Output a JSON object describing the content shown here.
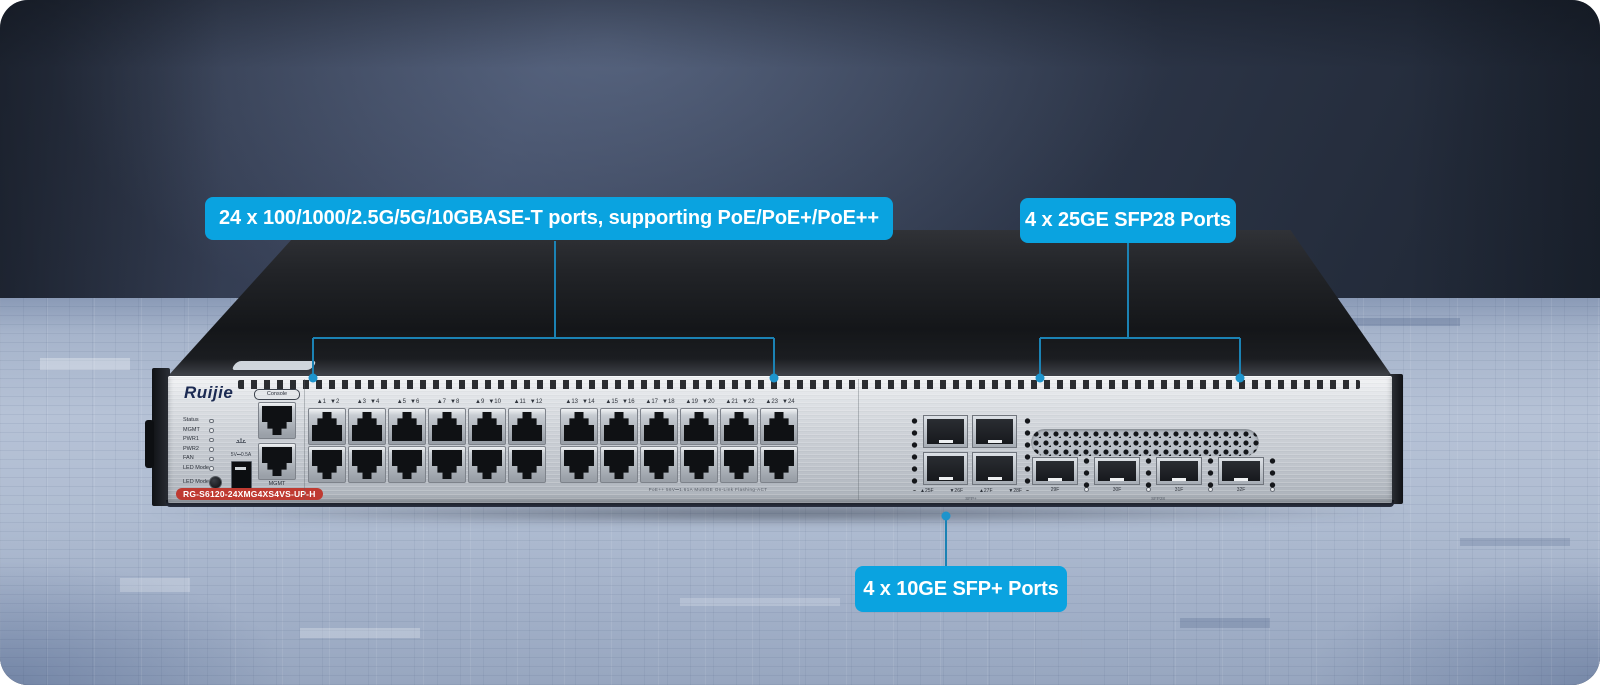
{
  "callouts": {
    "base_t": {
      "text": "24 x 100/1000/2.5G/5G/10GBASE-T ports, supporting PoE/PoE+/PoE++"
    },
    "sfp28": {
      "text": "4 x 25GE SFP28 Ports"
    },
    "sfp_plus": {
      "text": "4 x 10GE SFP+ Ports"
    }
  },
  "colors": {
    "callout_bg": "#0aa3e0",
    "callout_text": "#ffffff",
    "callout_line": "#1b82b4",
    "callout_dot": "#1e94cc",
    "model_label_bg": "#bf3a31"
  },
  "device": {
    "brand": "Ruijie",
    "model": "RG-S6120-24XMG4XS4VS-UP-H",
    "console_label": "Console",
    "mgmt_label": "MGMT",
    "usb_rating": "5V⎓0.5A",
    "led_labels": [
      "Status",
      "MGMT",
      "PWR1",
      "PWR2",
      "FAN",
      "LED Mode"
    ],
    "led_mode_button": "LED Mode",
    "port_numbers": [
      "▲1",
      "▼2",
      "▲3",
      "▼4",
      "▲5",
      "▼6",
      "▲7",
      "▼8",
      "▲9",
      "▼10",
      "▲11",
      "▼12",
      "▲13",
      "▼14",
      "▲15",
      "▼16",
      "▲17",
      "▼18",
      "▲19",
      "▼20",
      "▲21",
      "▼22",
      "▲23",
      "▼24"
    ],
    "poe_note": "PoE++ 56V⎓1.61A   MultiGE   On-Link Flashing-ACT",
    "sfp_plus_labels": [
      "▲25F",
      "▼26F",
      "▲27F",
      "▼28F"
    ],
    "sfp_plus_caption": "SFP+",
    "sfp28_labels": [
      "29F",
      "30F",
      "31F",
      "32F"
    ],
    "sfp28_caption": "SFP28"
  }
}
